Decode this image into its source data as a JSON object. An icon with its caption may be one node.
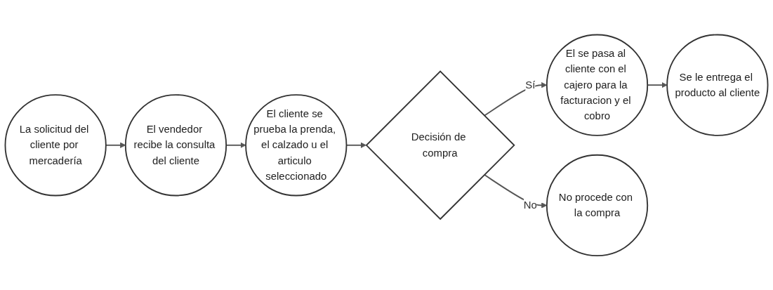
{
  "diagram": {
    "nodes": [
      {
        "text": [
          "La solicitud del cliente por mercadería"
        ]
      },
      {
        "text": [
          "El vendedor recibe la consulta del cliente"
        ]
      },
      {
        "text": [
          "El cliente se prueba la prenda, el calzado u el articulo seleccionado"
        ]
      },
      {
        "text": [
          "Decisión de compra"
        ]
      },
      {
        "text": [
          "El se pasa al cliente con el cajero para la facturacion y el cobro"
        ]
      },
      {
        "text": [
          "Se le entrega el producto al cliente"
        ]
      },
      {
        "text": [
          "No procede con la compra"
        ]
      }
    ],
    "edges": [
      {
        "from": 0,
        "to": 1,
        "arrow": "to"
      },
      {
        "from": 1,
        "to": 2,
        "arrow": "to"
      },
      {
        "from": 2,
        "to": 3,
        "arrow": "to"
      },
      {
        "from": 3,
        "to": 4,
        "arrow": "to",
        "label": "Sí"
      },
      {
        "from": 4,
        "to": 5,
        "arrow": "to"
      },
      {
        "from": 3,
        "to": 6,
        "arrow": "to",
        "label": "No"
      }
    ]
  }
}
